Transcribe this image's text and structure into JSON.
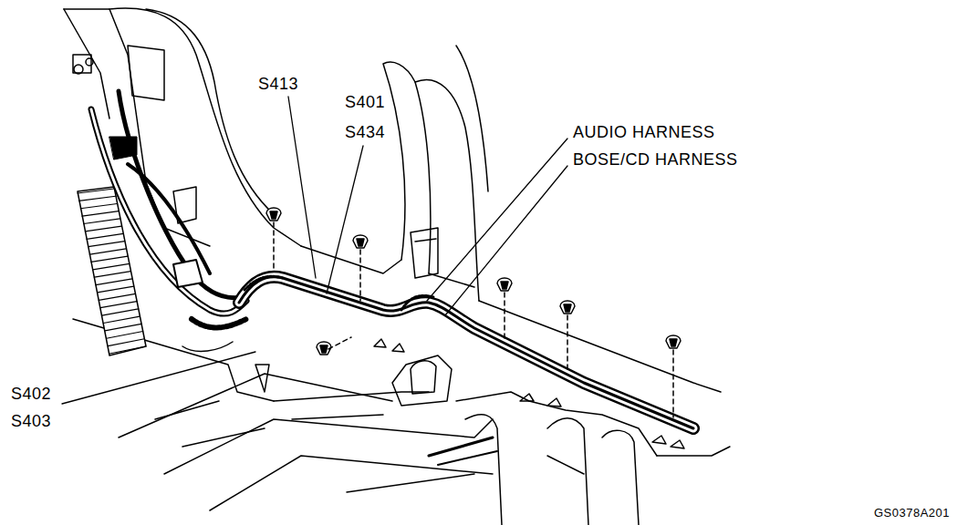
{
  "diagram": {
    "labels": [
      "S413",
      "S401",
      "S434",
      "AUDIO HARNESS",
      "BOSE/CD HARNESS",
      "S402",
      "S403",
      "GS0378A201"
    ]
  }
}
